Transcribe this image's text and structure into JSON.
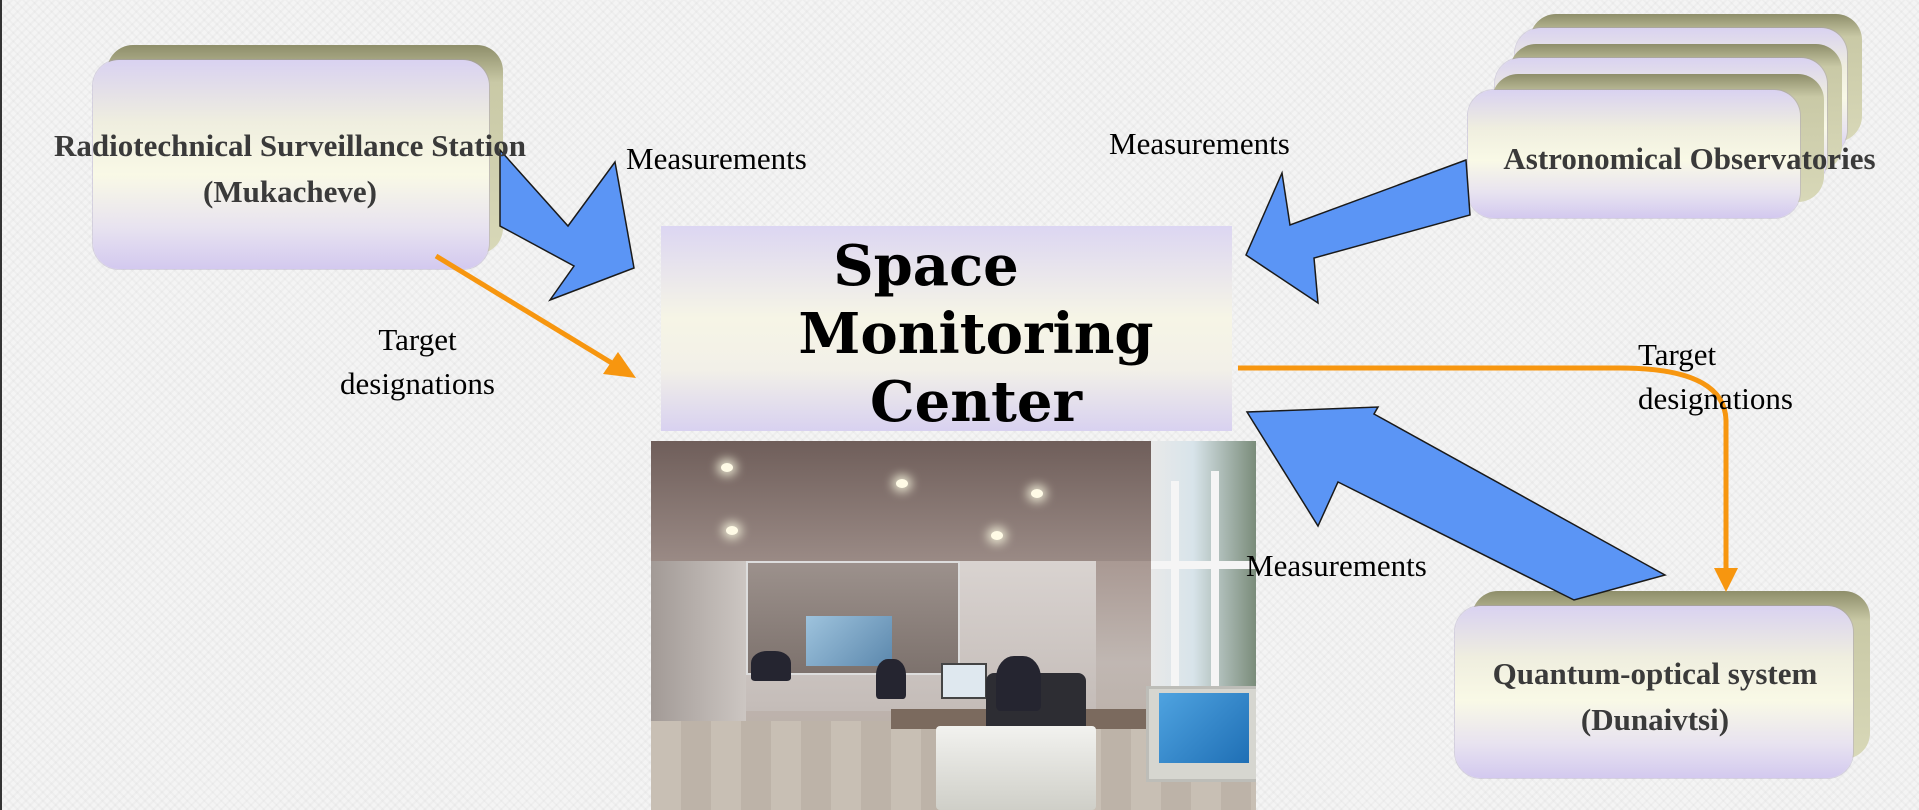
{
  "nodes": {
    "radiotechnical": {
      "line1": "Radiotechnical Surveillance Station",
      "line2": "(Mukacheve)"
    },
    "astronomical": {
      "line1": "Astronomical Observatories"
    },
    "quantum": {
      "line1": "Quantum-optical system",
      "line2": "(Dunaivtsi)"
    },
    "center": {
      "line1": "Space",
      "line2": "Monitoring",
      "line3": "Center"
    }
  },
  "edges": {
    "measurements_left": "Measurements",
    "measurements_right": "Measurements",
    "measurements_bottom": "Measurements",
    "target_left_1": "Target",
    "target_left_2": "designations",
    "target_right_1": "Target",
    "target_right_2": "designations"
  },
  "colors": {
    "measurement_arrow": "#5b95f5",
    "target_arrow": "#f7960f",
    "arrow_outline": "#1a1a1a"
  }
}
